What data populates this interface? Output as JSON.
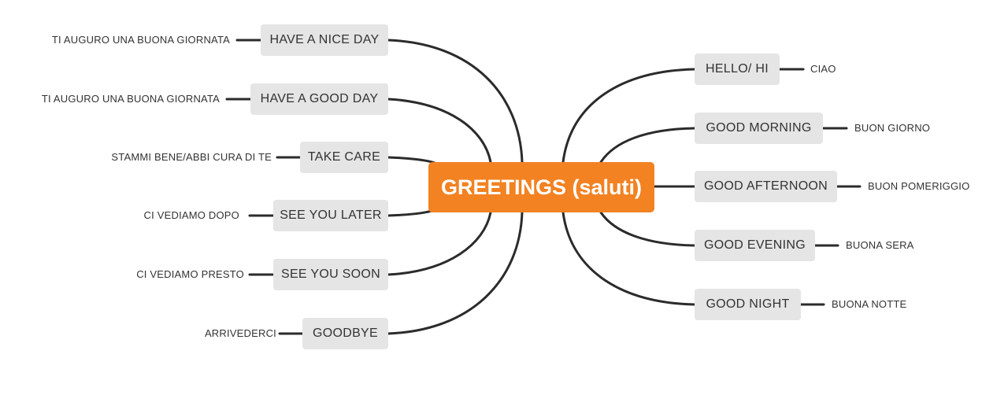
{
  "central": {
    "label": "GREETINGS (saluti)",
    "color": "#f28222"
  },
  "left_branches": [
    {
      "label": "HAVE A NICE DAY",
      "translation": "TI AUGURO UNA BUONA GIORNATA"
    },
    {
      "label": "HAVE A GOOD DAY",
      "translation": "TI AUGURO UNA BUONA GIORNATA"
    },
    {
      "label": "TAKE CARE",
      "translation": "STAMMI BENE/ABBI CURA DI TE"
    },
    {
      "label": "SEE YOU LATER",
      "translation": "CI VEDIAMO DOPO"
    },
    {
      "label": "SEE YOU SOON",
      "translation": "CI VEDIAMO PRESTO"
    },
    {
      "label": "GOODBYE",
      "translation": "ARRIVEDERCI"
    }
  ],
  "right_branches": [
    {
      "label": "HELLO/ HI",
      "translation": "CIAO"
    },
    {
      "label": "GOOD MORNING",
      "translation": "BUON GIORNO"
    },
    {
      "label": "GOOD AFTERNOON",
      "translation": "BUON POMERIGGIO"
    },
    {
      "label": "GOOD EVENING",
      "translation": "BUONA SERA"
    },
    {
      "label": "GOOD NIGHT",
      "translation": "BUONA NOTTE"
    }
  ],
  "colors": {
    "node_bg": "#e5e5e5",
    "line": "#2b2b2b",
    "text": "#333333"
  }
}
